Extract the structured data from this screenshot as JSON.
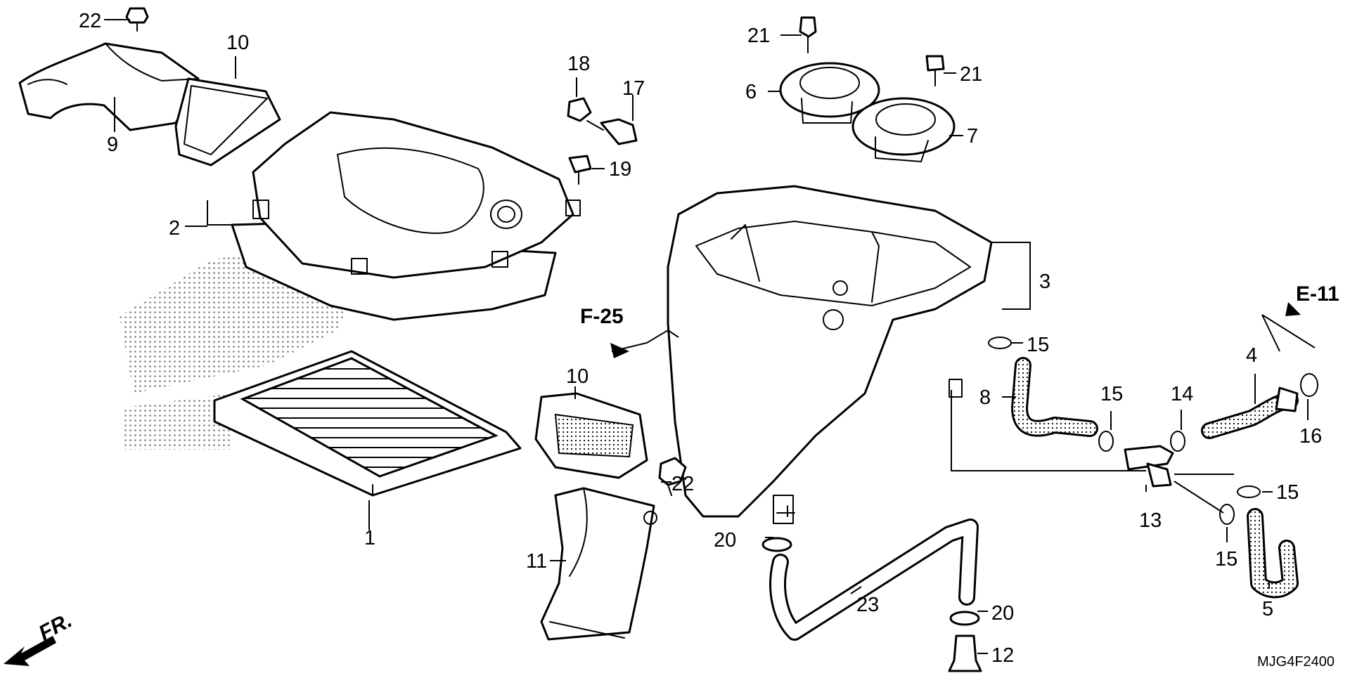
{
  "diagram": {
    "code": "MJG4F2400",
    "front_label": "FR.",
    "references": [
      "F-25",
      "E-11"
    ],
    "callouts": [
      "1",
      "2",
      "3",
      "4",
      "5",
      "6",
      "7",
      "8",
      "9",
      "10",
      "10",
      "11",
      "12",
      "13",
      "14",
      "15",
      "15",
      "15",
      "15",
      "16",
      "17",
      "18",
      "19",
      "20",
      "20",
      "21",
      "21",
      "22",
      "22",
      "23"
    ]
  }
}
